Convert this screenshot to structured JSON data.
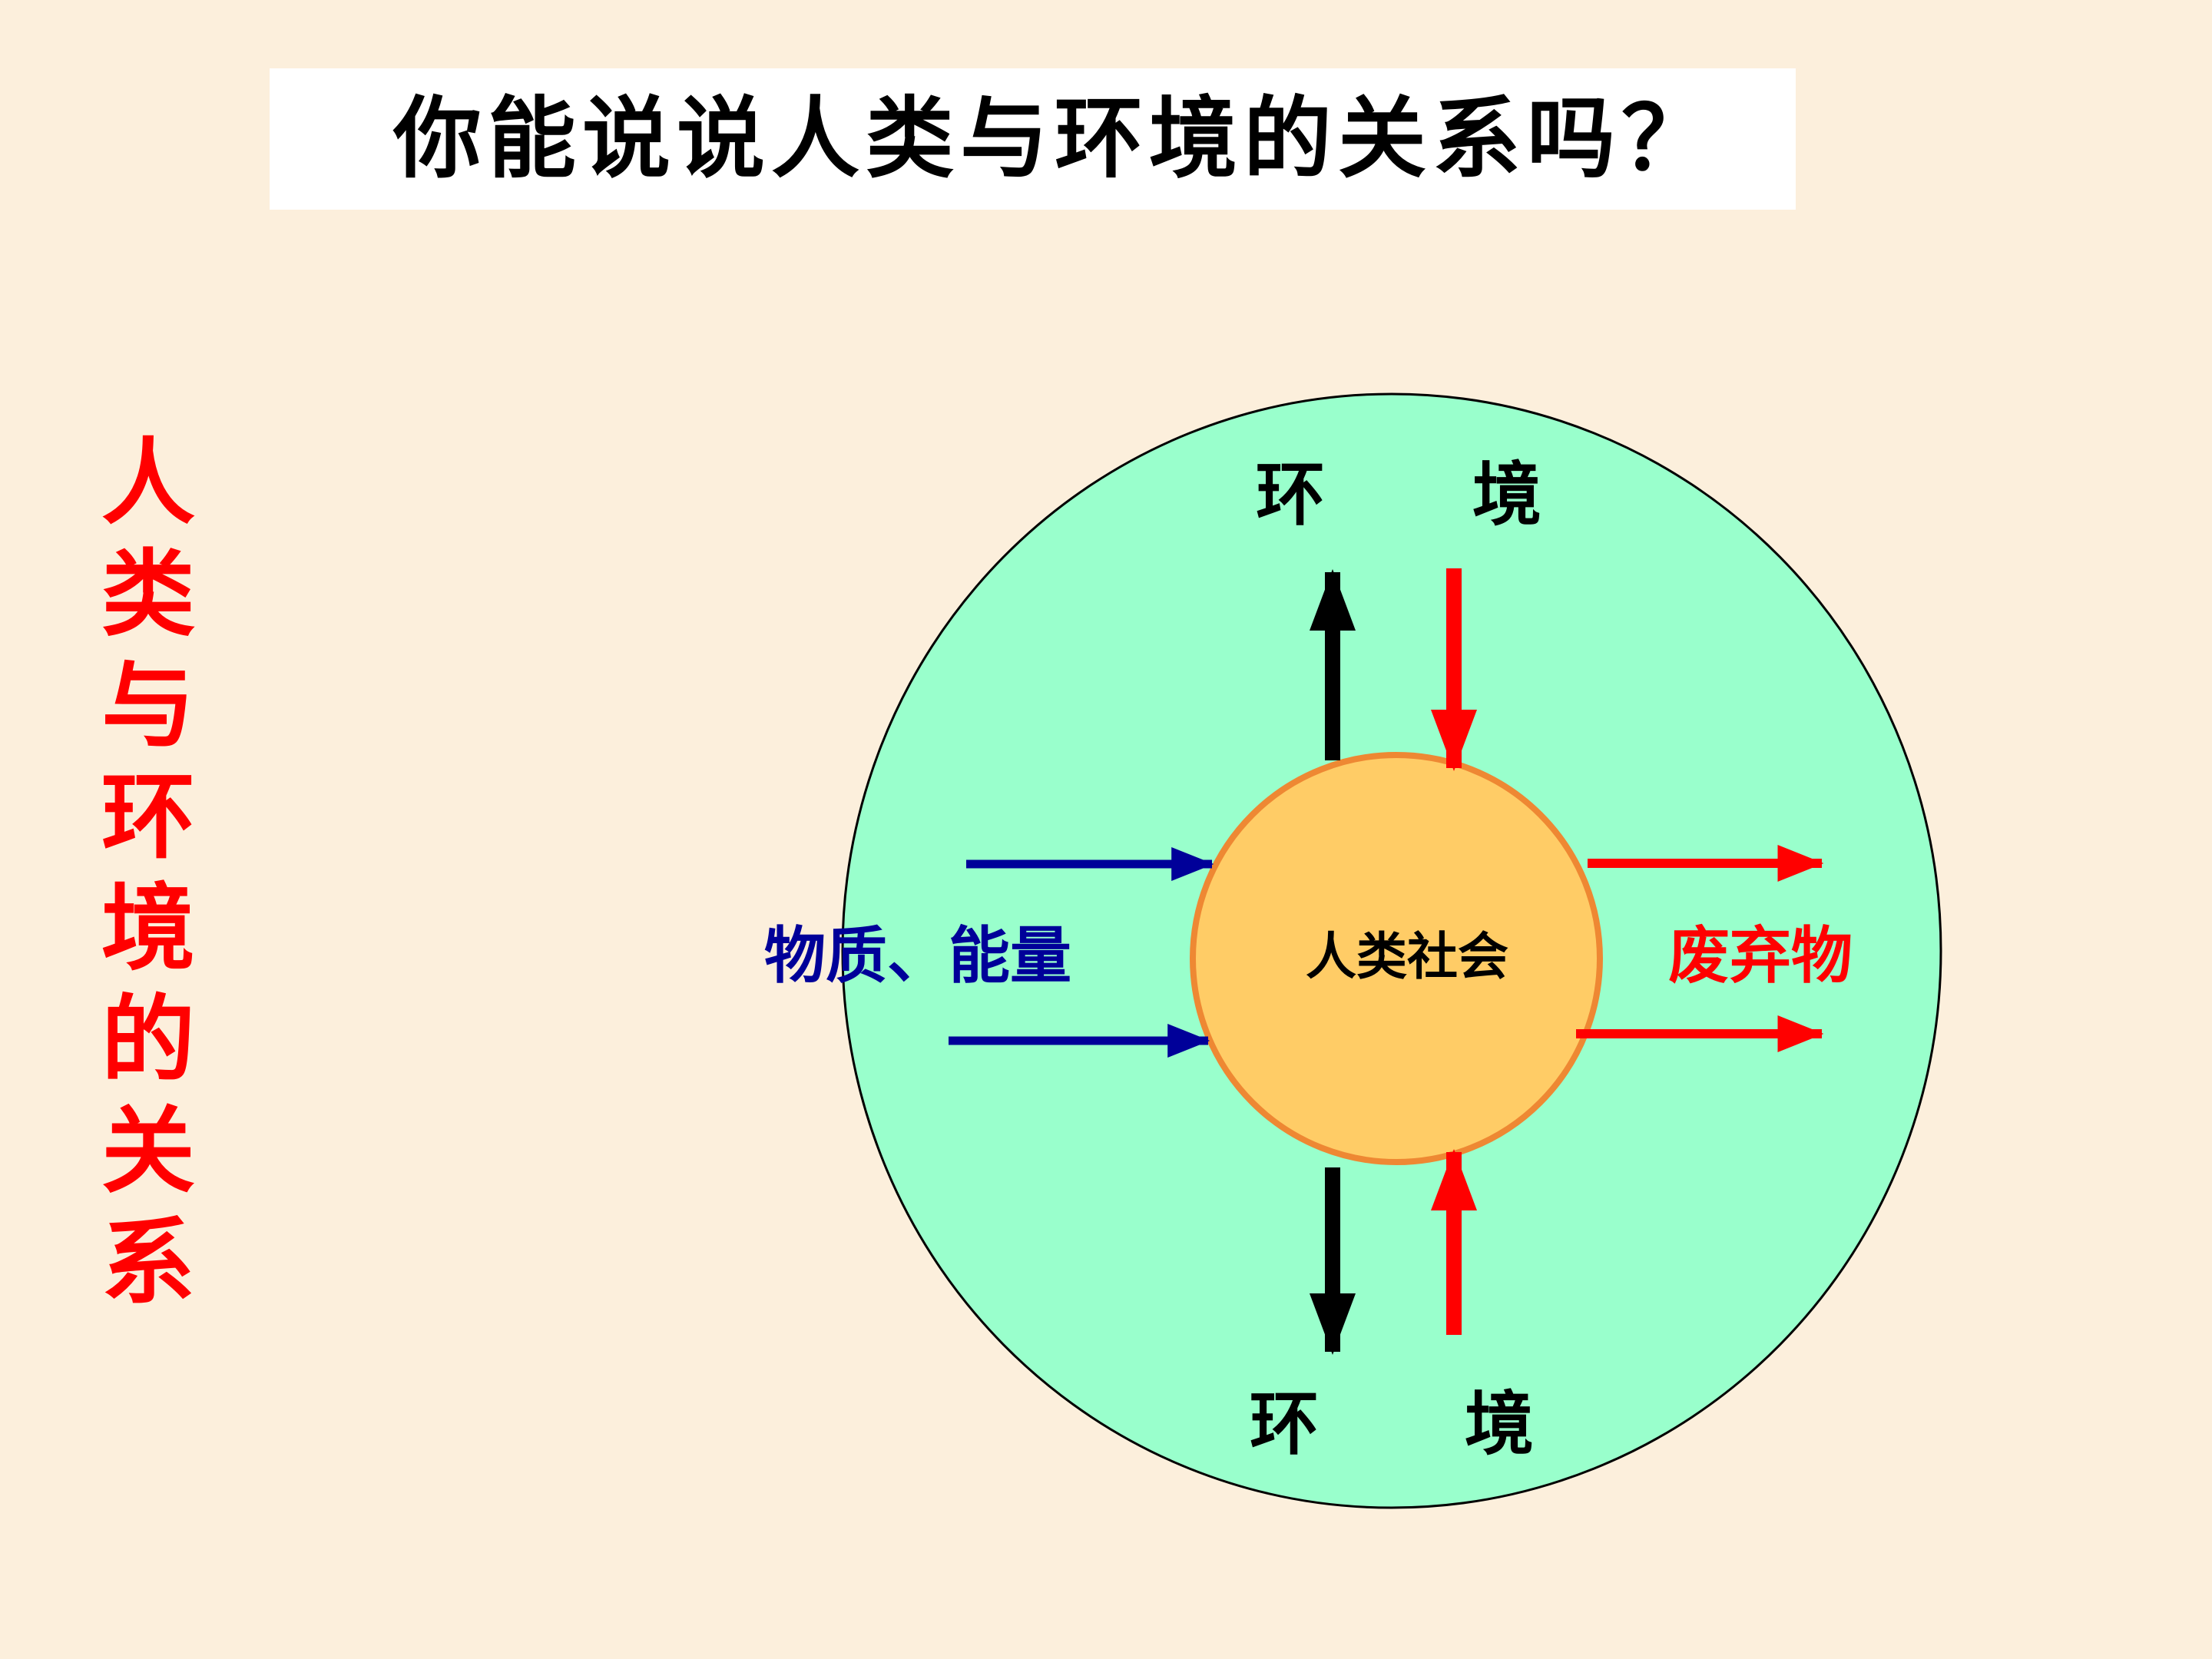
{
  "title": "你能说说人类与环境的关系吗？",
  "side_title": "人类与环境的关系",
  "diagram": {
    "top_label_left": "环",
    "top_label_right": "境",
    "bottom_label_left": "环",
    "bottom_label_right": "境",
    "center_label": "人类社会",
    "input_label": "物质、能量",
    "output_label": "废弃物"
  },
  "colors": {
    "background": "#fcefdc",
    "outer_circle": "#99ffcc",
    "inner_circle": "#ffcc66",
    "inner_border": "#ee8833",
    "input_arrows": "#000099",
    "output_arrows": "#ff0000",
    "side_title": "#ff0000"
  }
}
